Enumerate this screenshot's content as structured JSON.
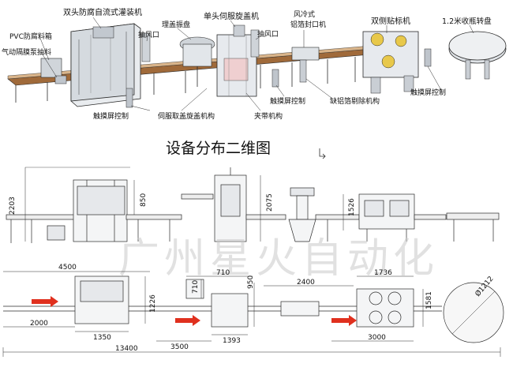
{
  "iso_labels": {
    "filler": "双头防腐自流式灌装机",
    "pvc_tank": "PVC防腐料箱",
    "pump": "气动隔膜泵抽料",
    "exhaust_1": "抽风口",
    "cap_sorter": "理盖振盘",
    "capper": "单头伺服旋盖机",
    "exhaust_2": "抽风口",
    "sealer_1": "风冷式",
    "sealer_2": "铝箔封口机",
    "labeler": "双侧贴标机",
    "turntable": "1.2米收瓶转盘",
    "touch_1": "触摸屏控制",
    "servo_cap": "伺服取盖旋盖机构",
    "clamp_belt": "夹带机构",
    "touch_2": "触摸屏控制",
    "foil_reject": "缺铝箔剔除机构",
    "touch_3": "触摸屏控制"
  },
  "section_title": "设备分布二维图",
  "watermark": "广州星火自动化",
  "dimensions": {
    "front_height_filler": "2203",
    "front_height_filler_2": "850",
    "front_height_capper": "2075",
    "front_height_labeler": "1526",
    "top_width_filler": "4500",
    "top_depth_filler": "1226",
    "top_infeed": "2000",
    "top_filler_len": "1350",
    "top_capper_w": "710",
    "top_capper_d": "710",
    "top_capper_h": "950",
    "top_capper_len": "1393",
    "top_gap_1": "3500",
    "top_gap_2": "2400",
    "top_labeler_w": "1736",
    "top_labeler_d": "1581",
    "top_turntable": "Ø1212",
    "top_gap_3": "3000",
    "top_total": "13400"
  },
  "colors": {
    "line": "#2a2a2a",
    "conveyor": "#8b5a2b",
    "arrow": "#e0301e",
    "watermark": "#c9c9c9"
  }
}
